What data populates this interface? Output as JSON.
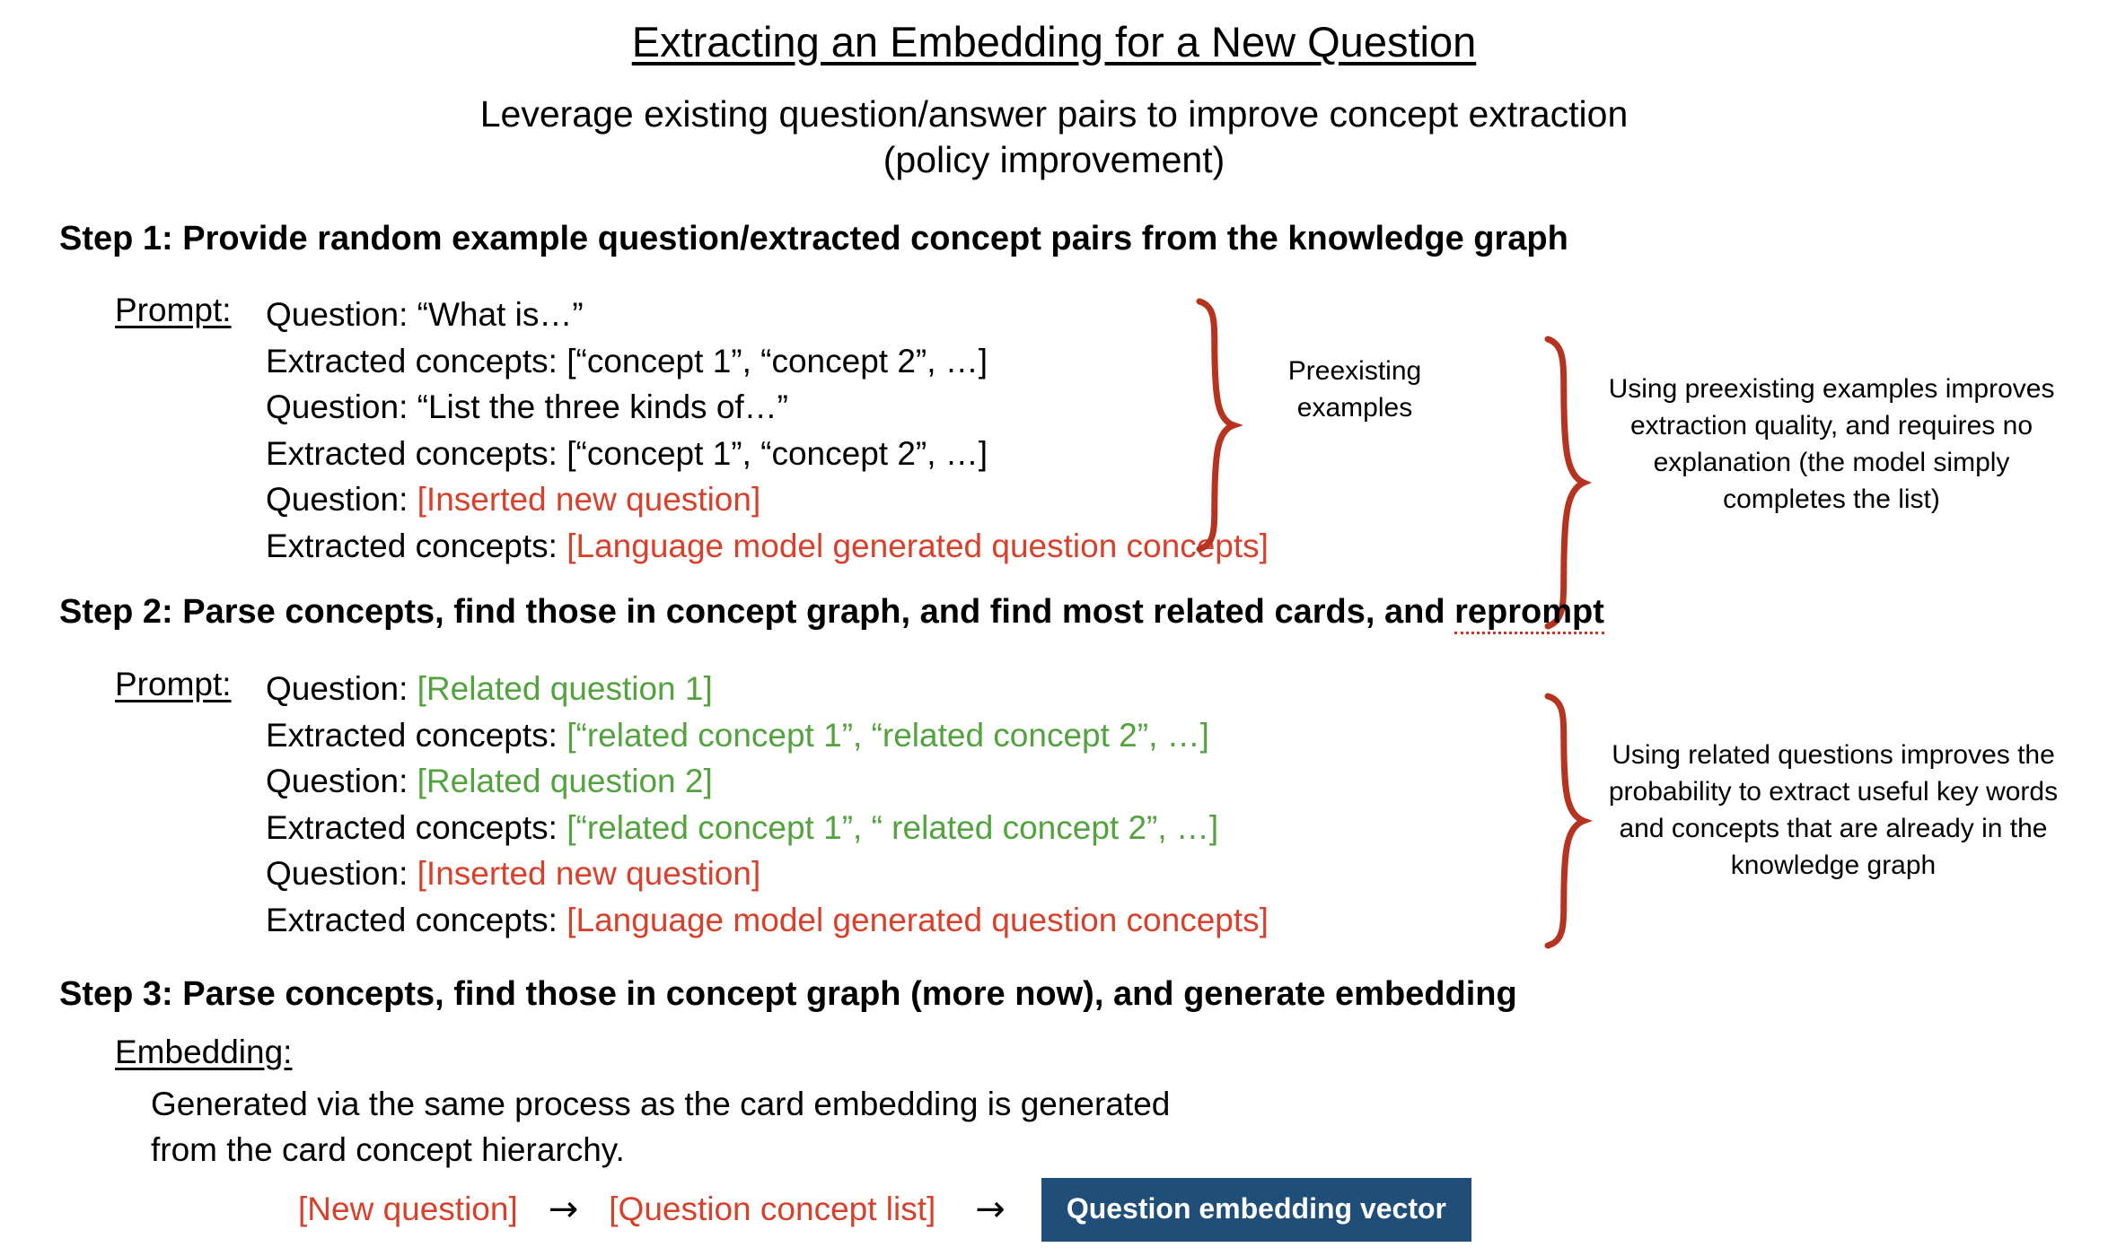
{
  "title": "Extracting an Embedding for a New Question",
  "subtitle_line1": "Leverage existing question/answer pairs to improve concept extraction",
  "subtitle_line2": "(policy improvement)",
  "colors": {
    "red": "#d8402b",
    "green": "#52a33e",
    "brace": "#b5331f",
    "vector_box": "#1f4e79",
    "spellcheck_underline": "#cc3322"
  },
  "step1": {
    "heading_prefix": "Step 1: Provide random example question/extracted concept pairs from the knowledge graph",
    "prompt_label": "Prompt:",
    "lines": [
      {
        "black": "Question: “What is…”",
        "colored": "",
        "color": ""
      },
      {
        "black": "Extracted concepts: [“concept 1”, “concept 2”, …]",
        "colored": "",
        "color": ""
      },
      {
        "black": "Question: “List the three kinds of…”",
        "colored": "",
        "color": ""
      },
      {
        "black": "Extracted concepts: [“concept 1”, “concept 2”, …]",
        "colored": "",
        "color": ""
      },
      {
        "black": "Question: ",
        "colored": "[Inserted new question]",
        "color": "red"
      },
      {
        "black": "Extracted concepts: ",
        "colored": "[Language model generated question concepts]",
        "color": "red"
      }
    ],
    "note_inner": "Preexisting\nexamples",
    "note_outer": "Using preexisting examples improves extraction quality, and requires no explanation (the model simply completes the list)"
  },
  "step2": {
    "heading": "Step 2: Parse concepts, find those in concept graph, and find most related cards, and ",
    "heading_spellchecked_word": "reprompt",
    "prompt_label": "Prompt:",
    "lines": [
      {
        "black": "Question: ",
        "colored": "[Related question 1]",
        "color": "green"
      },
      {
        "black": "Extracted concepts: ",
        "colored": "[“related concept 1”, “related concept 2”, …]",
        "color": "green"
      },
      {
        "black": "Question: ",
        "colored": "[Related question 2]",
        "color": "green"
      },
      {
        "black": "Extracted concepts: ",
        "colored": "[“related concept 1”, “ related concept 2”, …]",
        "color": "green"
      },
      {
        "black": "Question: ",
        "colored": "[Inserted new question]",
        "color": "red"
      },
      {
        "black": "Extracted concepts: ",
        "colored": "[Language model generated question concepts]",
        "color": "red"
      }
    ],
    "note": "Using related questions improves the probability to extract useful key words and concepts that are already in the knowledge graph"
  },
  "step3": {
    "heading": "Step 3: Parse concepts, find those in concept graph (more now), and generate embedding",
    "embedding_label": "Embedding:",
    "body_line1": "Generated via the same process as the card embedding is generated",
    "body_line2": "from the card concept hierarchy.",
    "flow": {
      "item1": "[New question]",
      "arrow1": "→",
      "item2": "[Question concept list]",
      "arrow2": "→",
      "item3": "Question embedding vector"
    }
  }
}
